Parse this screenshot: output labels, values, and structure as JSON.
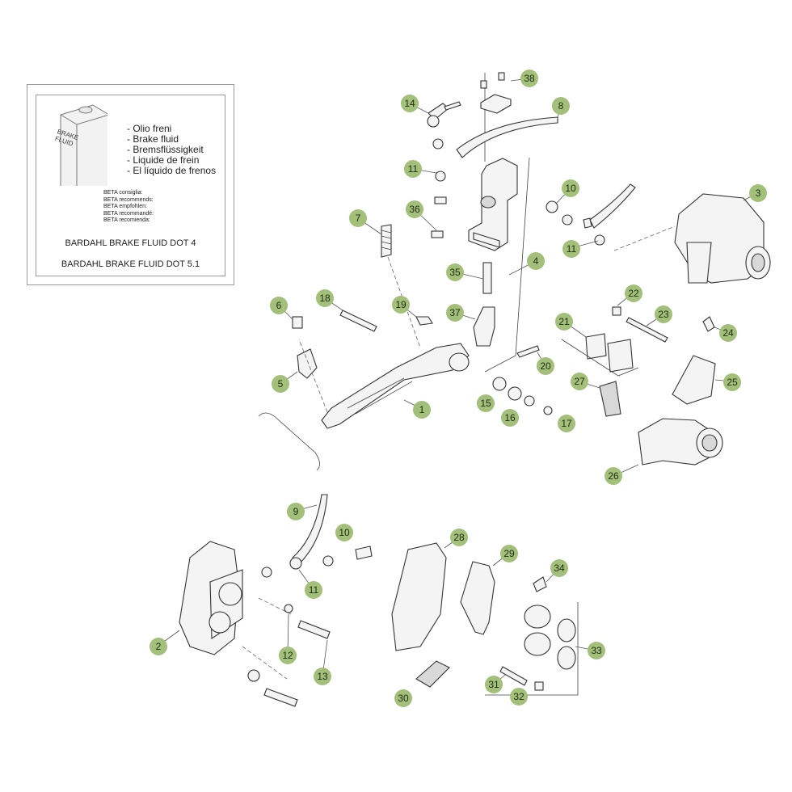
{
  "legend": {
    "bottle_label": [
      "BRAKE",
      "FLUID"
    ],
    "languages": [
      "- Olio freni",
      "- Brake fluid",
      "- Bremsflüssigkeit",
      "- Liquide de frein",
      "- El líquido de frenos"
    ],
    "recommendations": [
      "BETA consiglia:",
      "BETA recommends:",
      "BETA empfohlen:",
      "BETA recommandé:",
      "BETA recomienda:"
    ],
    "fluids": [
      "BARDAHL BRAKE FLUID DOT 4",
      "BARDAHL BRAKE FLUID DOT 5.1"
    ]
  },
  "callout_color": "#a3c07a",
  "callouts": {
    "c1": "1",
    "c2": "2",
    "c3": "3",
    "c4": "4",
    "c5": "5",
    "c6": "6",
    "c7": "7",
    "c8": "8",
    "c9": "9",
    "c10a": "10",
    "c10b": "10",
    "c11a": "11",
    "c11b": "11",
    "c11c": "11",
    "c12": "12",
    "c13": "13",
    "c14": "14",
    "c15": "15",
    "c16": "16",
    "c17": "17",
    "c18": "18",
    "c19": "19",
    "c20": "20",
    "c21": "21",
    "c22": "22",
    "c23": "23",
    "c24": "24",
    "c25": "25",
    "c26": "26",
    "c27": "27",
    "c28": "28",
    "c29": "29",
    "c30": "30",
    "c31": "31",
    "c32": "32",
    "c33": "33",
    "c34": "34",
    "c35": "35",
    "c36": "36",
    "c37": "37",
    "c38": "38"
  }
}
